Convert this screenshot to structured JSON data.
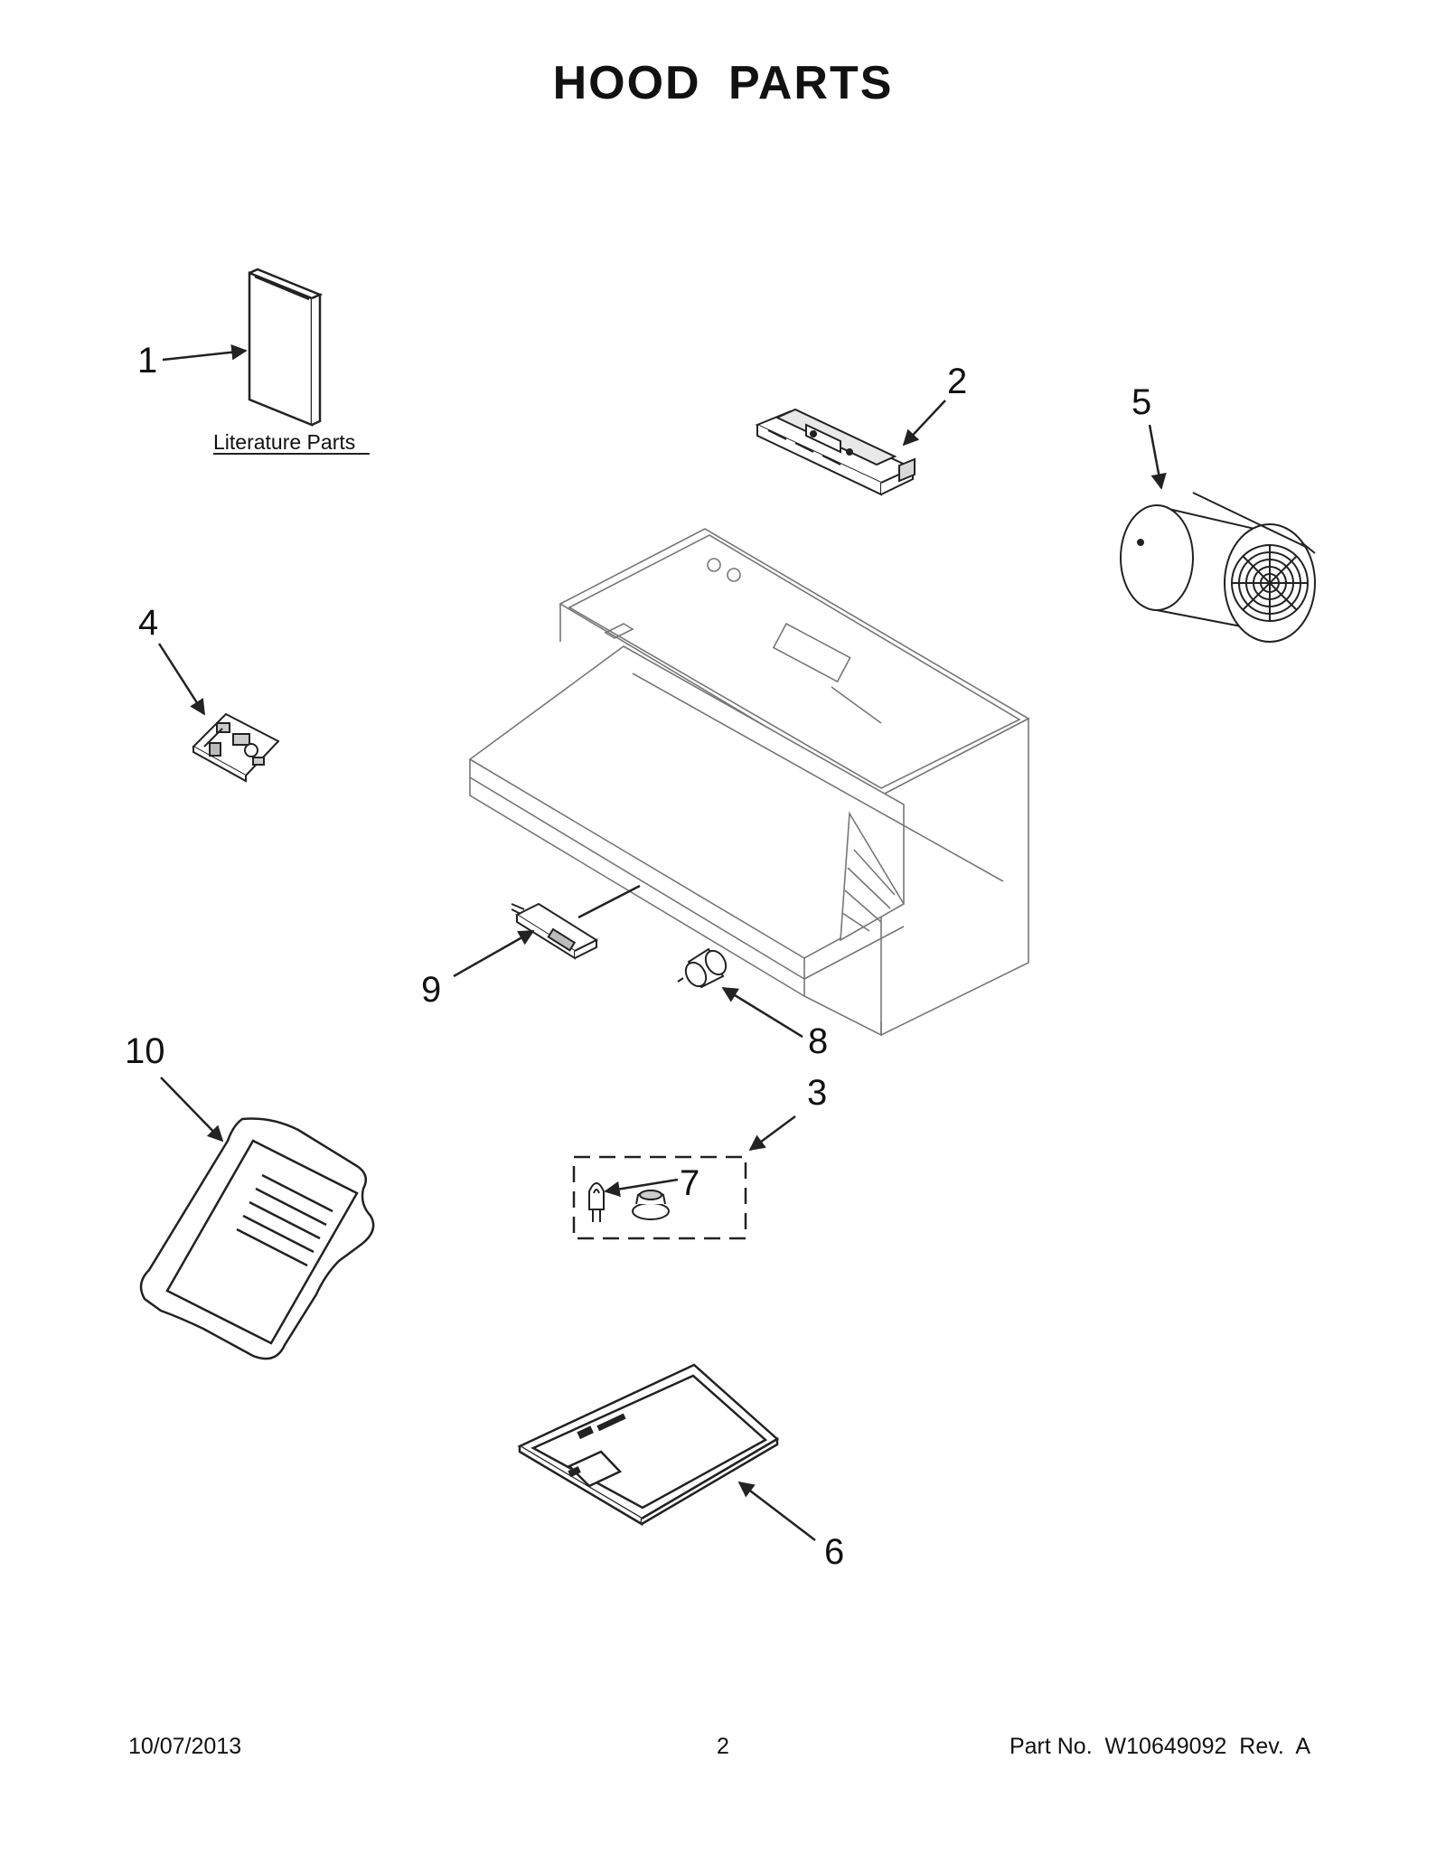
{
  "page": {
    "title": "HOOD  PARTS",
    "literature_label": "Literature Parts",
    "callouts": [
      "1",
      "2",
      "3",
      "4",
      "5",
      "6",
      "7",
      "8",
      "9",
      "10"
    ]
  },
  "footer": {
    "date": "10/07/2013",
    "page_number": "2",
    "part_number": "Part No.  W10649092  Rev.  A"
  },
  "colors": {
    "line": "#222222",
    "background": "#ffffff"
  }
}
